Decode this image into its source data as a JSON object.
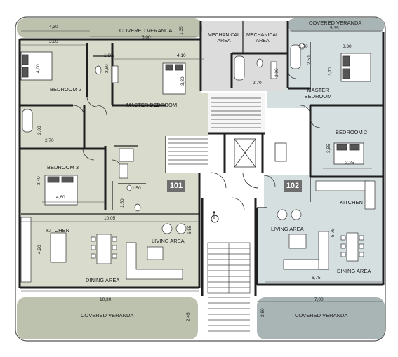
{
  "colors": {
    "unit101_fill": "#d9dccd",
    "unit102_fill": "#d6dfe0",
    "veranda_101": "#bcc2ad",
    "veranda_102": "#a9b4b5",
    "wall": "#1e1e1e",
    "stair": "#ffffff",
    "tag": "#6e6e6e"
  },
  "units": {
    "u101": "101",
    "u102": "102"
  },
  "rooms": {
    "covered_veranda_top_left": "COVERED VERANDA",
    "covered_veranda_top_right": "COVERED VERANDA",
    "covered_veranda_bottom_left": "COVERED VERANDA",
    "covered_veranda_bottom_right": "COVERED VERANDA",
    "mechanical_area_1": "MECHANICAL AREA",
    "mechanical_area_2": "MECHANICAL AREA",
    "bedroom2_left": "BEDROOM 2",
    "master_bedroom_left": "MASTER BEDROOM",
    "master_bedroom_right": "MASTER BEDROOM",
    "bedroom2_right": "BEDROOM 2",
    "bedroom3": "BEDROOM 3",
    "kitchen_left": "KITCHEN",
    "living_area_left": "LIVING AREA",
    "dining_area_left": "DINING AREA",
    "kitchen_right": "KITCHEN",
    "living_area_right": "LIVING AREA",
    "dining_area_right": "DINING AREA"
  },
  "dimensions": {
    "d_430": "4,30",
    "d_600": "6,00",
    "d_135": "1,35",
    "d_535": "5,35",
    "d_380_top": "3,80",
    "d_400": "4,00",
    "d_180": "1,80",
    "d_410": "4,10",
    "d_260": "2,60",
    "d_380_side": "3,80",
    "d_200_top": "2,00",
    "d_270_mid": "2,70",
    "d_250": "2,50",
    "d_70": "1,70",
    "d_330": "3,30",
    "d_370": "3,70",
    "d_200_left": "2,00",
    "d_270_left": "2,70",
    "d_355": "3,55",
    "d_325": "3,25",
    "d_340": "3,40",
    "d_460": "4,60",
    "d_150_a": "1,50",
    "d_150_b": "1,50",
    "d_1005": "10,05",
    "d_655": "6,55",
    "d_575": "5,75",
    "d_420": "4,20",
    "d_675": "6,75",
    "d_1030": "10,30",
    "d_700": "7,00",
    "d_245": "2,45",
    "d_280": "2,80"
  }
}
